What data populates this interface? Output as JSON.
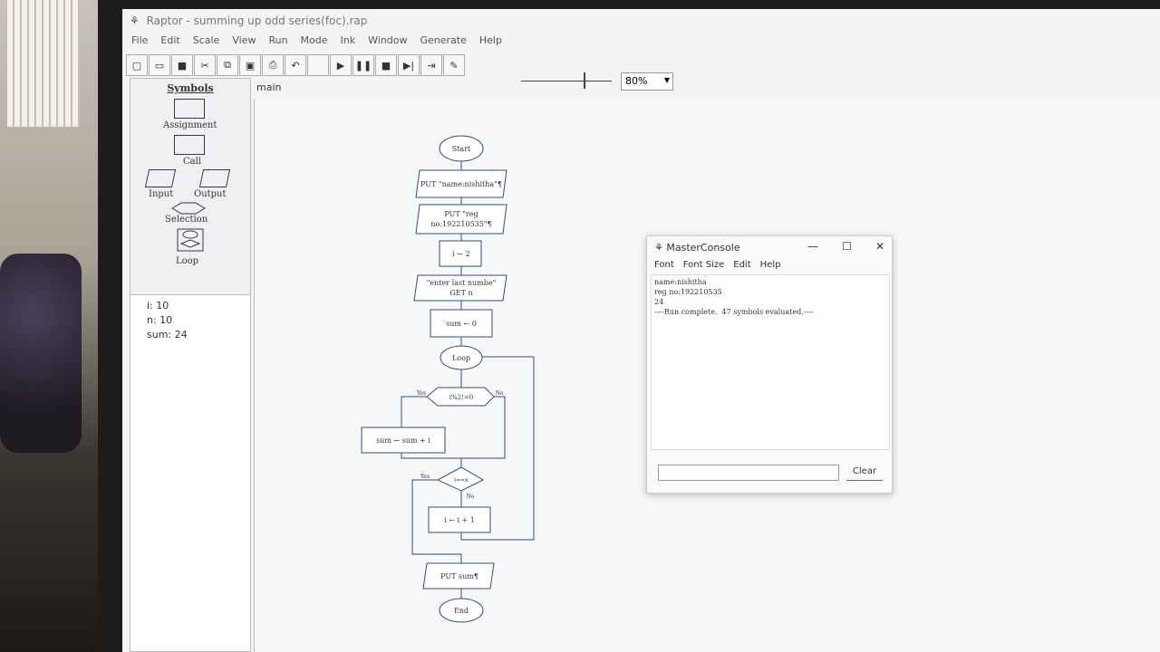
{
  "window": {
    "title": "Raptor - summing up odd series(foc).rap"
  },
  "menu": [
    "File",
    "Edit",
    "Scale",
    "View",
    "Run",
    "Mode",
    "Ink",
    "Window",
    "Generate",
    "Help"
  ],
  "toolbar": {
    "icons": [
      "new-icon",
      "open-icon",
      "save-icon",
      "cut-icon",
      "copy-icon",
      "paste-icon",
      "print-icon",
      "undo-icon",
      "blank",
      "play-icon",
      "pause-icon",
      "stop-icon",
      "step-icon",
      "step-into-icon",
      "pen-icon"
    ]
  },
  "zoom": {
    "value": "80%"
  },
  "speed_slider": {
    "level": 0.7
  },
  "symbols": {
    "title": "Symbols",
    "assignment": "Assignment",
    "call": "Call",
    "input": "Input",
    "output": "Output",
    "selection": "Selection",
    "loop": "Loop"
  },
  "variables": [
    {
      "text": "i: 10"
    },
    {
      "text": "n: 10"
    },
    {
      "text": "sum: 24"
    }
  ],
  "tab": {
    "label": "main"
  },
  "flowchart": {
    "start": "Start",
    "put_name": "PUT \"name:nishitha\"¶",
    "put_reg_1": "PUT \"reg",
    "put_reg_2": "no:192210535\"¶",
    "assign_i": "i ← 2",
    "get_prompt": "\"enter last numbe\"",
    "get_n": "GET n",
    "assign_sum": "sum ← 0",
    "loop": "Loop",
    "cond1": "i%2!=0",
    "yes1": "Yes",
    "no1": "No",
    "sum_update": "sum ← sum + i",
    "cond2": "i==n",
    "yes2": "Yes",
    "no2": "No",
    "inc_i": "i ← i + 1",
    "put_sum": "PUT sum¶",
    "end": "End"
  },
  "console": {
    "title": "MasterConsole",
    "menu": [
      "Font",
      "Font Size",
      "Edit",
      "Help"
    ],
    "output": "name:nishitha\nreg no:192210535\n24\n----Run complete.  47 symbols evaluated.----",
    "clear": "Clear"
  }
}
